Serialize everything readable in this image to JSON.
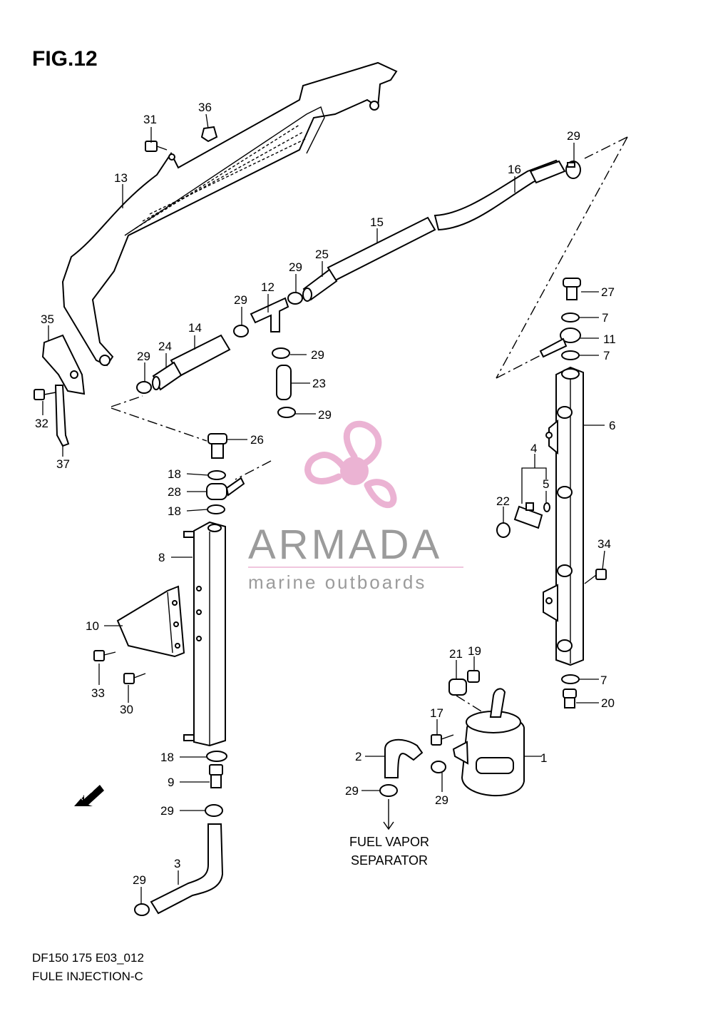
{
  "figure_title": "FIG.12",
  "footer": {
    "code": "DF150 175 E03_012",
    "name": "FULE INJECTION-C"
  },
  "annotation": {
    "line1": "FUEL VAPOR",
    "line2": "SEPARATOR"
  },
  "fwd_label": "FWD",
  "watermark": {
    "brand": "ARMADA",
    "tagline": "marine outboards",
    "logo_color": "#e8a6cc",
    "text_color": "#8a8a8a"
  },
  "callouts": [
    {
      "id": "c-1",
      "label": "1"
    },
    {
      "id": "c-2",
      "label": "2"
    },
    {
      "id": "c-3",
      "label": "3"
    },
    {
      "id": "c-4",
      "label": "4"
    },
    {
      "id": "c-5",
      "label": "5"
    },
    {
      "id": "c-6",
      "label": "6"
    },
    {
      "id": "c-7a",
      "label": "7"
    },
    {
      "id": "c-7b",
      "label": "7"
    },
    {
      "id": "c-7c",
      "label": "7"
    },
    {
      "id": "c-8",
      "label": "8"
    },
    {
      "id": "c-9",
      "label": "9"
    },
    {
      "id": "c-10",
      "label": "10"
    },
    {
      "id": "c-11",
      "label": "11"
    },
    {
      "id": "c-12",
      "label": "12"
    },
    {
      "id": "c-13",
      "label": "13"
    },
    {
      "id": "c-14",
      "label": "14"
    },
    {
      "id": "c-15",
      "label": "15"
    },
    {
      "id": "c-16",
      "label": "16"
    },
    {
      "id": "c-17",
      "label": "17"
    },
    {
      "id": "c-18a",
      "label": "18"
    },
    {
      "id": "c-18b",
      "label": "18"
    },
    {
      "id": "c-18c",
      "label": "18"
    },
    {
      "id": "c-19",
      "label": "19"
    },
    {
      "id": "c-20",
      "label": "20"
    },
    {
      "id": "c-21",
      "label": "21"
    },
    {
      "id": "c-22",
      "label": "22"
    },
    {
      "id": "c-23",
      "label": "23"
    },
    {
      "id": "c-24",
      "label": "24"
    },
    {
      "id": "c-25",
      "label": "25"
    },
    {
      "id": "c-26",
      "label": "26"
    },
    {
      "id": "c-27",
      "label": "27"
    },
    {
      "id": "c-28",
      "label": "28"
    },
    {
      "id": "c-29a",
      "label": "29"
    },
    {
      "id": "c-29b",
      "label": "29"
    },
    {
      "id": "c-29c",
      "label": "29"
    },
    {
      "id": "c-29d",
      "label": "29"
    },
    {
      "id": "c-29e",
      "label": "29"
    },
    {
      "id": "c-29f",
      "label": "29"
    },
    {
      "id": "c-29g",
      "label": "29"
    },
    {
      "id": "c-29h",
      "label": "29"
    },
    {
      "id": "c-29i",
      "label": "29"
    },
    {
      "id": "c-29j",
      "label": "29"
    },
    {
      "id": "c-29k",
      "label": "29"
    },
    {
      "id": "c-30",
      "label": "30"
    },
    {
      "id": "c-31",
      "label": "31"
    },
    {
      "id": "c-32",
      "label": "32"
    },
    {
      "id": "c-33",
      "label": "33"
    },
    {
      "id": "c-34",
      "label": "34"
    },
    {
      "id": "c-35",
      "label": "35"
    },
    {
      "id": "c-36",
      "label": "36"
    },
    {
      "id": "c-37",
      "label": "37"
    }
  ]
}
